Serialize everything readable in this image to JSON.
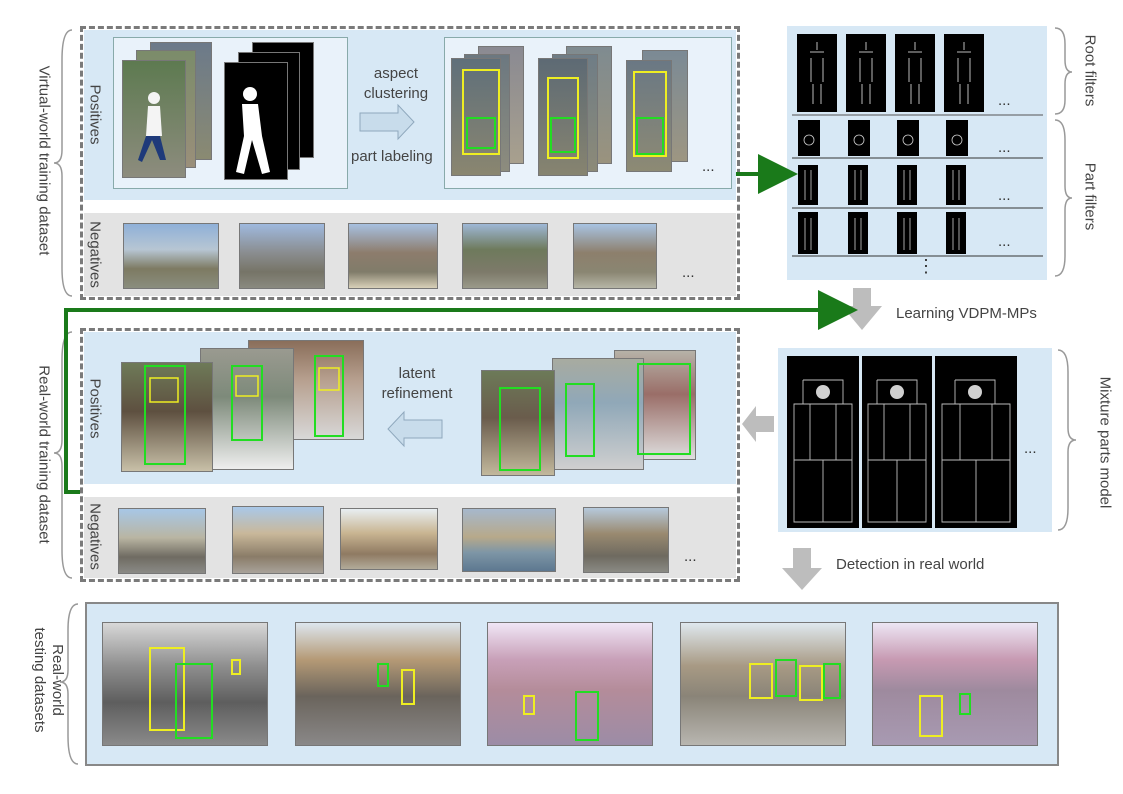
{
  "virtual": {
    "section_label": "Virtual-world training dataset",
    "positives_label": "Positives",
    "negatives_label": "Negatives",
    "aspect_clustering": "aspect\nclustering",
    "part_labeling": "part labeling",
    "ellipsis": "...",
    "neg_ellipsis": "..."
  },
  "filters": {
    "root_label": "Root filters",
    "part_label": "Part filters",
    "ellipsis": "...",
    "vdots": "⋮"
  },
  "learning": "Learning VDPM-MPs",
  "mixture_label": "Mixture parts model",
  "mixture_ellipsis": "...",
  "real": {
    "section_label": "Real-world training dataset",
    "positives_label": "Positives",
    "negatives_label": "Negatives",
    "latent_refinement": "latent\nrefinement",
    "neg_ellipsis": "..."
  },
  "detection": "Detection in real world",
  "testing_label": "Real-world\ntesting datasets",
  "colors": {
    "panel_blue": "#d7e8f5",
    "panel_grey": "#e3e3e3",
    "arrow_green": "#1a7a1a",
    "box_green": "#22dd22",
    "box_yellow": "#eeee22"
  }
}
